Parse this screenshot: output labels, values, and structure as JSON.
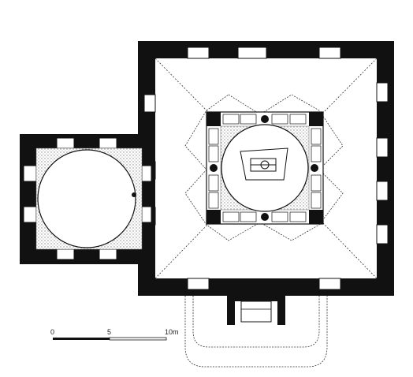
{
  "scale_bar": {
    "labels": [
      "0",
      "5",
      "10m"
    ]
  },
  "colors": {
    "wall": "#111111",
    "hatch": "#9a9a9a",
    "line": "#333333",
    "background": "#ffffff"
  },
  "elements": {
    "domes": [
      "main-hall-dome",
      "side-chamber-dome"
    ],
    "columns": 4
  }
}
